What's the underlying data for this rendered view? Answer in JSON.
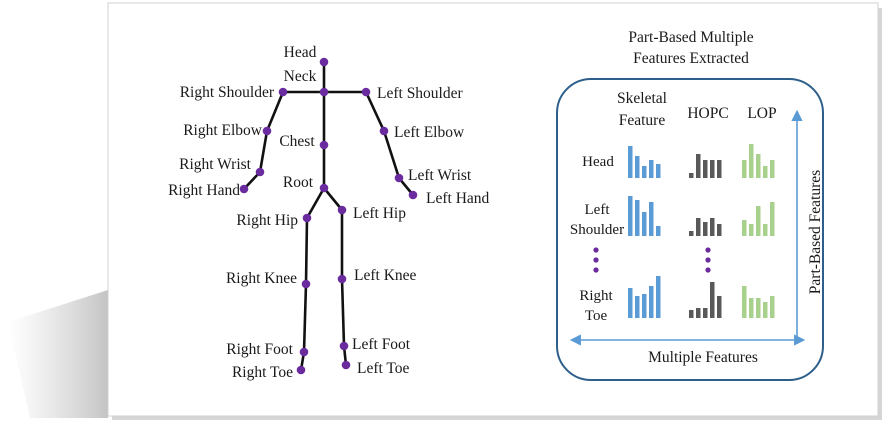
{
  "skeleton": {
    "labels": {
      "head": "Head",
      "neck": "Neck",
      "right_shoulder": "Right Shoulder",
      "left_shoulder": "Left Shoulder",
      "right_elbow": "Right Elbow",
      "left_elbow": "Left Elbow",
      "chest": "Chest",
      "right_wrist": "Right Wrist",
      "left_wrist": "Left Wrist",
      "right_hand": "Right Hand",
      "left_hand": "Left Hand",
      "root": "Root",
      "right_hip": "Right Hip",
      "left_hip": "Left Hip",
      "right_knee": "Right Knee",
      "left_knee": "Left Knee",
      "right_foot": "Right Foot",
      "left_foot": "Left Foot",
      "right_toe": "Right Toe",
      "left_toe": "Left Toe"
    }
  },
  "features": {
    "title_line1": "Part-Based Multiple",
    "title_line2": "Features Extracted",
    "columns": {
      "skeletal_line1": "Skeletal",
      "skeletal_line2": "Feature",
      "hopc": "HOPC",
      "lop": "LOP"
    },
    "rows": {
      "head": "Head",
      "left_shoulder_line1": "Left",
      "left_shoulder_line2": "Shoulder",
      "right_toe_line1": "Right",
      "right_toe_line2": "Toe"
    },
    "axis_vertical": "Part-Based Features",
    "axis_horizontal": "Multiple Features"
  },
  "colors": {
    "joint": "#6a2b9e",
    "bone": "#111111",
    "skeletal_bar": "#5b9bd5",
    "hopc_bar": "#595959",
    "lop_bar": "#a9d18e",
    "panel_border": "#2e5f8a",
    "arrow": "#5b9bd5"
  }
}
